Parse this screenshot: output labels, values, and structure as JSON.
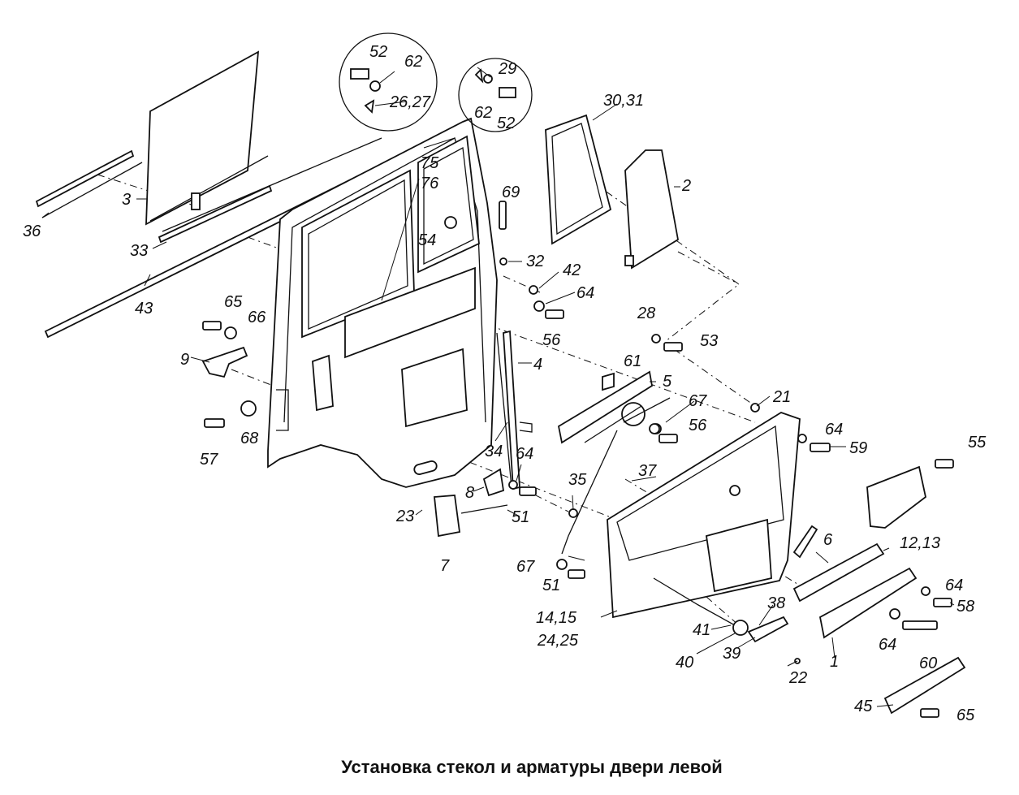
{
  "caption": "Установка стекол и арматуры двери левой",
  "callouts": {
    "p1": "1",
    "p2": "2",
    "p3": "3",
    "p4": "4",
    "p5": "5",
    "p6": "6",
    "p7": "7",
    "p8": "8",
    "p9": "9",
    "p12_13": "12,13",
    "p14_15": "14,15",
    "p24_25": "24,25",
    "p21": "21",
    "p22": "22",
    "p23": "23",
    "p26_27": "26,27",
    "p28": "28",
    "p29": "29",
    "p30_31": "30,31",
    "p32": "32",
    "p33": "33",
    "p34": "34",
    "p35": "35",
    "p36": "36",
    "p37": "37",
    "p38": "38",
    "p39": "39",
    "p40": "40",
    "p41": "41",
    "p42": "42",
    "p43": "43",
    "p45": "45",
    "p51a": "51",
    "p51b": "51",
    "p52a": "52",
    "p52b": "52",
    "p53": "53",
    "p54": "54",
    "p55": "55",
    "p56a": "56",
    "p56b": "56",
    "p57": "57",
    "p58": "58",
    "p59": "59",
    "p60": "60",
    "p61": "61",
    "p62a": "62",
    "p62b": "62",
    "p64a": "64",
    "p64b": "64",
    "p64c": "64",
    "p64d": "64",
    "p64e": "64",
    "p65a": "65",
    "p65b": "65",
    "p66": "66",
    "p67a": "67",
    "p67b": "67",
    "p68": "68",
    "p69": "69",
    "p75": "75",
    "p76": "76"
  }
}
